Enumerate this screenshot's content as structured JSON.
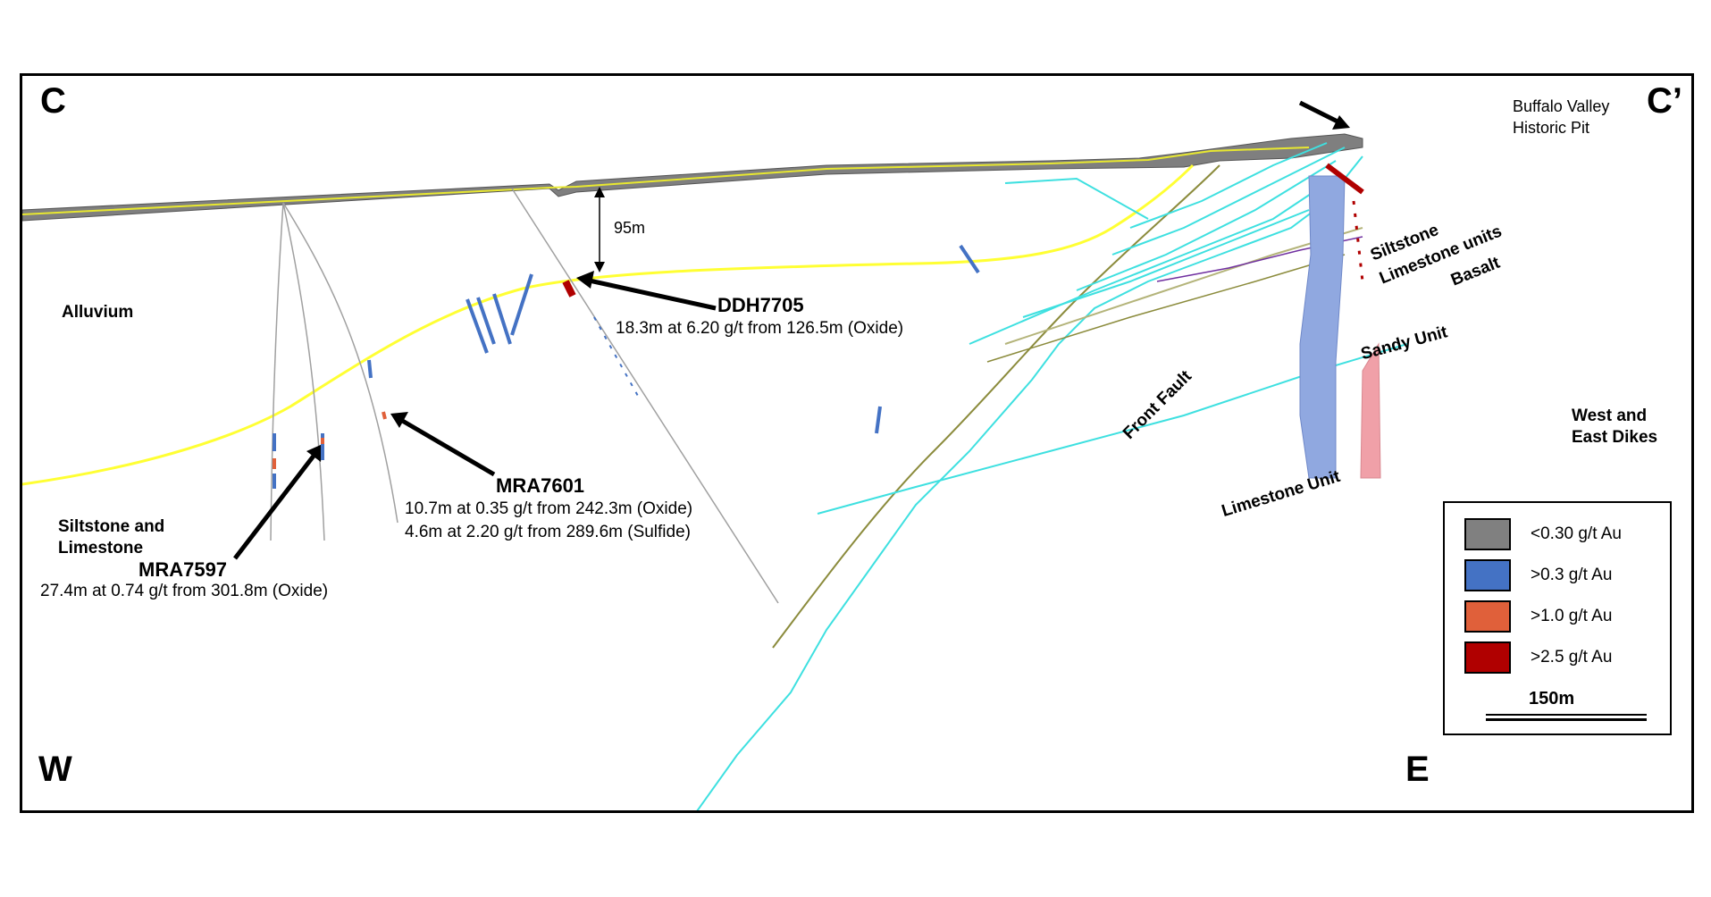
{
  "corners": {
    "nw": "C",
    "ne": "C’",
    "sw": "W",
    "se": "E"
  },
  "historic_pit": {
    "line1": "Buffalo Valley",
    "line2": "Historic Pit"
  },
  "units": {
    "alluvium": "Alluvium",
    "siltstone_limestone_1": "Siltstone and",
    "siltstone_limestone_2": "Limestone",
    "siltstone": "Siltstone",
    "limestone_units": "Limestone units",
    "basalt": "Basalt",
    "sandy_unit": "Sandy Unit",
    "front_fault": "Front Fault",
    "limestone_unit": "Limestone Unit",
    "dikes_1": "West and",
    "dikes_2": "East Dikes"
  },
  "depth_marker": "95m",
  "holes": [
    {
      "name": "DDH7705",
      "intercepts": [
        "18.3m at 6.20 g/t from 126.5m (Oxide)"
      ]
    },
    {
      "name": "MRA7601",
      "intercepts": [
        "10.7m at 0.35 g/t from 242.3m (Oxide)",
        "4.6m at 2.20 g/t from 289.6m (Sulfide)"
      ]
    },
    {
      "name": "MRA7597",
      "intercepts": [
        "27.4m at 0.74 g/t from 301.8m (Oxide)"
      ]
    }
  ],
  "legend": [
    {
      "label": "<0.30 g/t Au",
      "color": "#808080"
    },
    {
      "label": ">0.3 g/t Au",
      "color": "#4472c4"
    },
    {
      "label": ">1.0 g/t Au",
      "color": "#e0603a"
    },
    {
      "label": ">2.5 g/t Au",
      "color": "#b00000"
    }
  ],
  "scale": "150m",
  "colors": {
    "alluvium_contact": "#ffff33",
    "limestone_contacts": "#3ee0e0",
    "fault": "#8b8b3c",
    "dikes_blue": "#90a8e0",
    "dikes_pink": "#f0a0a8",
    "surface": "#808080"
  }
}
